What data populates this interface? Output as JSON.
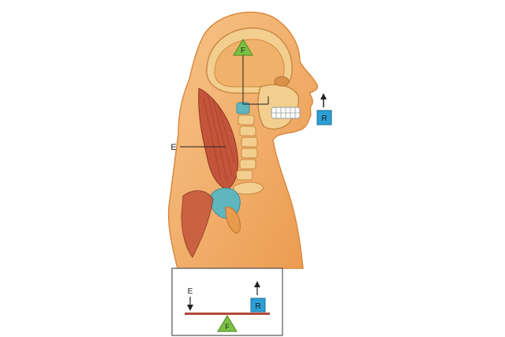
{
  "anatomy": {
    "labels": {
      "fulcrum": "F",
      "effort": "E",
      "resistance": "R"
    }
  },
  "lever_diagram": {
    "effort": "E",
    "resistance": "R",
    "fulcrum": "F"
  },
  "colors": {
    "skin": "#f2a65a",
    "skin_light": "#f7c48a",
    "bone": "#f3cf8f",
    "muscle": "#c4553a",
    "cartilage": "#5fb6bd",
    "fulcrum_green": "#7bc043",
    "resistance_blue": "#2b9fd6",
    "lever_bar": "#b24a3a"
  }
}
